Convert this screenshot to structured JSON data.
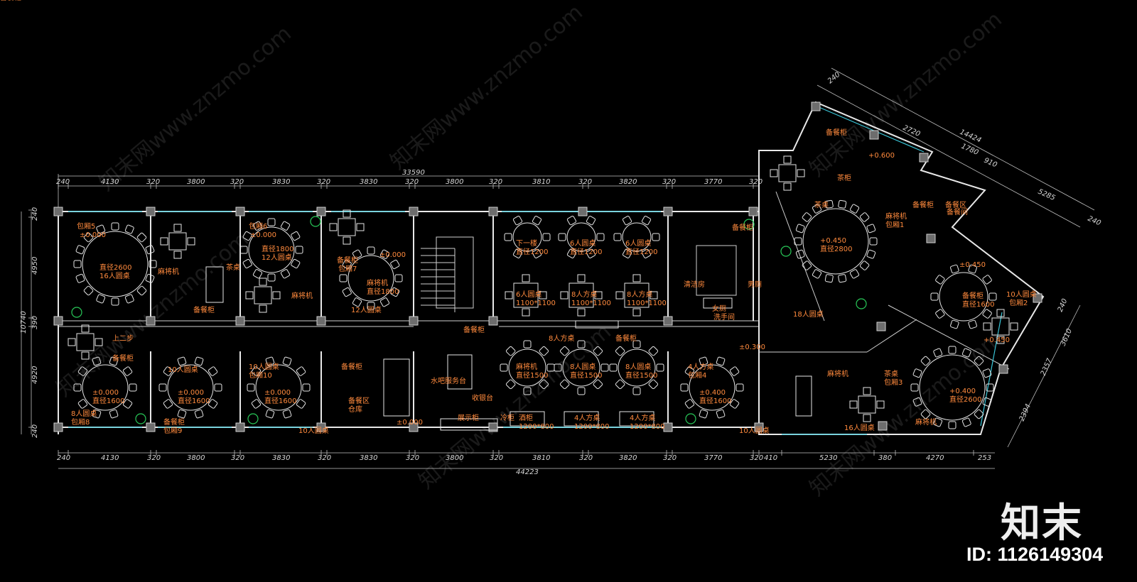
{
  "drawing": {
    "total_top": "33590",
    "total_bottom": "44223",
    "top_dims": [
      "240",
      "4130",
      "320",
      "3800",
      "320",
      "3830",
      "320",
      "3830",
      "320",
      "3800",
      "320",
      "3810",
      "320",
      "3820",
      "320",
      "3770",
      "320"
    ],
    "bottom_dims": [
      "240",
      "4130",
      "320",
      "3800",
      "320",
      "3830",
      "320",
      "3830",
      "320",
      "3800",
      "320",
      "3810",
      "320",
      "3820",
      "320",
      "3770",
      "320",
      "410",
      "5230",
      "380",
      "4270",
      "253"
    ],
    "left_dims": [
      "240",
      "4950",
      "390",
      "4920",
      "240"
    ],
    "left_total": "10740",
    "right_top_dims": [
      "240",
      "2720",
      "14424",
      "1780",
      "910",
      "5285",
      "240"
    ],
    "right_side_dims": [
      "240",
      "3610",
      "2357",
      "2394"
    ],
    "texts": [
      "包厢5",
      "±0.000",
      "直径2600",
      "16人圆桌",
      "麻将机",
      "茶桌",
      "备餐柜",
      "包厢6",
      "±0.000",
      "直径1800",
      "12人圆桌",
      "麻将机",
      "备餐柜",
      "包厢7",
      "±0.000",
      "麻将机",
      "直径1800",
      "12人圆桌",
      "备餐柜",
      "下一楼",
      "直径1200",
      "6人圆桌",
      "直径1200",
      "6人圆桌",
      "直径1200",
      "6人圆桌",
      "1100*1100",
      "8人方桌",
      "1100*1100",
      "8人方桌",
      "1100*1100",
      "8人方桌",
      "备餐柜",
      "备餐柜",
      "清洁房",
      "男厕",
      "女厕",
      "洗手间",
      "±0.300",
      "上二步",
      "备餐柜",
      "麻将机",
      "直径1500",
      "8人圆桌",
      "直径1500",
      "8人圆桌",
      "直径1500",
      "8人圆桌",
      "包厢8",
      "±0.000",
      "直径1600",
      "10人圆桌",
      "备餐柜",
      "包厢9",
      "±0.000",
      "直径1600",
      "10人圆桌",
      "包厢10",
      "±0.000",
      "直径1600",
      "10人圆桌",
      "备餐柜",
      "备餐区",
      "仓库",
      "±0.000",
      "水吧服务台",
      "收银台",
      "展示柜",
      "冷柜",
      "酒柜",
      "1200*800",
      "4人方桌",
      "1200*800",
      "4人方桌",
      "1200*800",
      "4人方桌",
      "包厢4",
      "±0.400",
      "直径1600",
      "10人圆桌",
      "备餐柜",
      "+0.600",
      "茶柜",
      "备餐柜",
      "茶桌",
      "麻将机",
      "包厢1",
      "+0.450",
      "直径2800",
      "18人圆桌",
      "备餐区",
      "备餐间",
      "±0.450",
      "备餐柜",
      "直径1600",
      "10人圆桌",
      "包厢2",
      "+0.450",
      "麻将机",
      "茶桌",
      "包厢3",
      "+0.400",
      "直径2600",
      "16人圆桌",
      "麻将机",
      "备餐柜"
    ]
  },
  "watermarks": [
    "知末网www.znzmo.com",
    "知末网www.znzmo.com",
    "知末网www.znzmo.com",
    "知末网www.znzmo.com",
    "知末网www.znzmo.com",
    "知末网www.znzmo.com"
  ],
  "brand": {
    "logo": "知末",
    "id": "ID: 1126149304"
  }
}
